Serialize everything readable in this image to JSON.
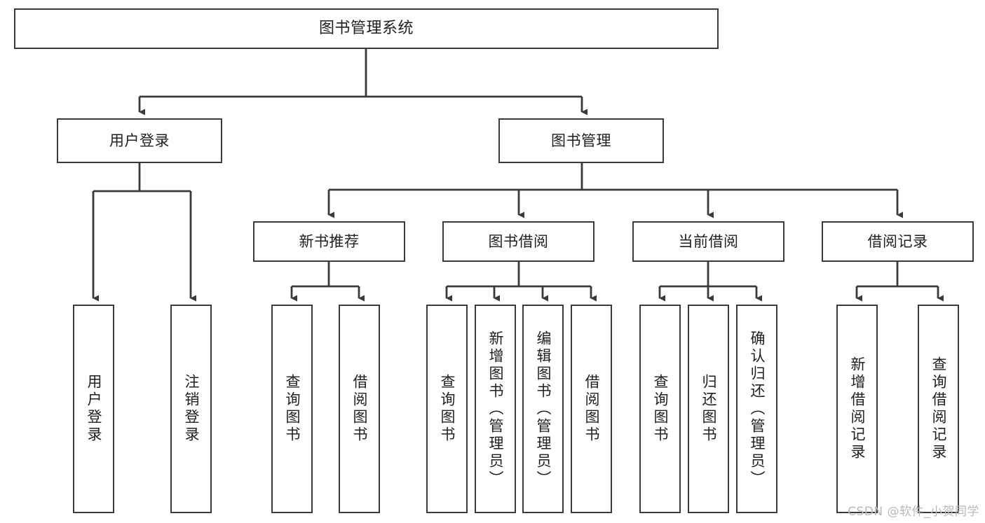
{
  "diagram": {
    "title": "图书管理系统",
    "type": "tree-hierarchy",
    "watermark": "CSDN @软件_小贺同学",
    "style": {
      "box_border_color": "#3a3a3a",
      "box_fill_color": "#ffffff",
      "edge_color": "#3a3a3a",
      "background": "#ffffff",
      "watermark_color": "#b9b9b9"
    }
  },
  "nodes": {
    "root": {
      "label": "图书管理系统"
    },
    "level2": [
      {
        "id": "user-login",
        "label": "用户登录"
      },
      {
        "id": "book-manage",
        "label": "图书管理"
      }
    ],
    "level3": [
      {
        "id": "new-book-recommend",
        "label": "新书推荐"
      },
      {
        "id": "book-borrow",
        "label": "图书借阅"
      },
      {
        "id": "current-borrow",
        "label": "当前借阅"
      },
      {
        "id": "borrow-record",
        "label": "借阅记录"
      }
    ],
    "leaves": [
      {
        "id": "leaf-user-login",
        "label": "用户登录",
        "parent": "user-login"
      },
      {
        "id": "leaf-user-logout",
        "label": "注销登录",
        "parent": "user-login"
      },
      {
        "id": "leaf-query-book-1",
        "label": "查询图书",
        "parent": "new-book-recommend"
      },
      {
        "id": "leaf-borrow-book-1",
        "label": "借阅图书",
        "parent": "new-book-recommend"
      },
      {
        "id": "leaf-query-book-2",
        "label": "查询图书",
        "parent": "book-borrow"
      },
      {
        "id": "leaf-add-book",
        "label": "新增图书（管理员）",
        "parent": "book-borrow"
      },
      {
        "id": "leaf-edit-book",
        "label": "编辑图书（管理员）",
        "parent": "book-borrow"
      },
      {
        "id": "leaf-borrow-book-2",
        "label": "借阅图书",
        "parent": "book-borrow"
      },
      {
        "id": "leaf-query-book-3",
        "label": "查询图书",
        "parent": "current-borrow"
      },
      {
        "id": "leaf-return-book",
        "label": "归还图书",
        "parent": "current-borrow"
      },
      {
        "id": "leaf-confirm-return",
        "label": "确认归还（管理员）",
        "parent": "current-borrow"
      },
      {
        "id": "leaf-add-record",
        "label": "新增借阅记录",
        "parent": "borrow-record"
      },
      {
        "id": "leaf-query-record",
        "label": "查询借阅记录",
        "parent": "borrow-record"
      }
    ]
  }
}
